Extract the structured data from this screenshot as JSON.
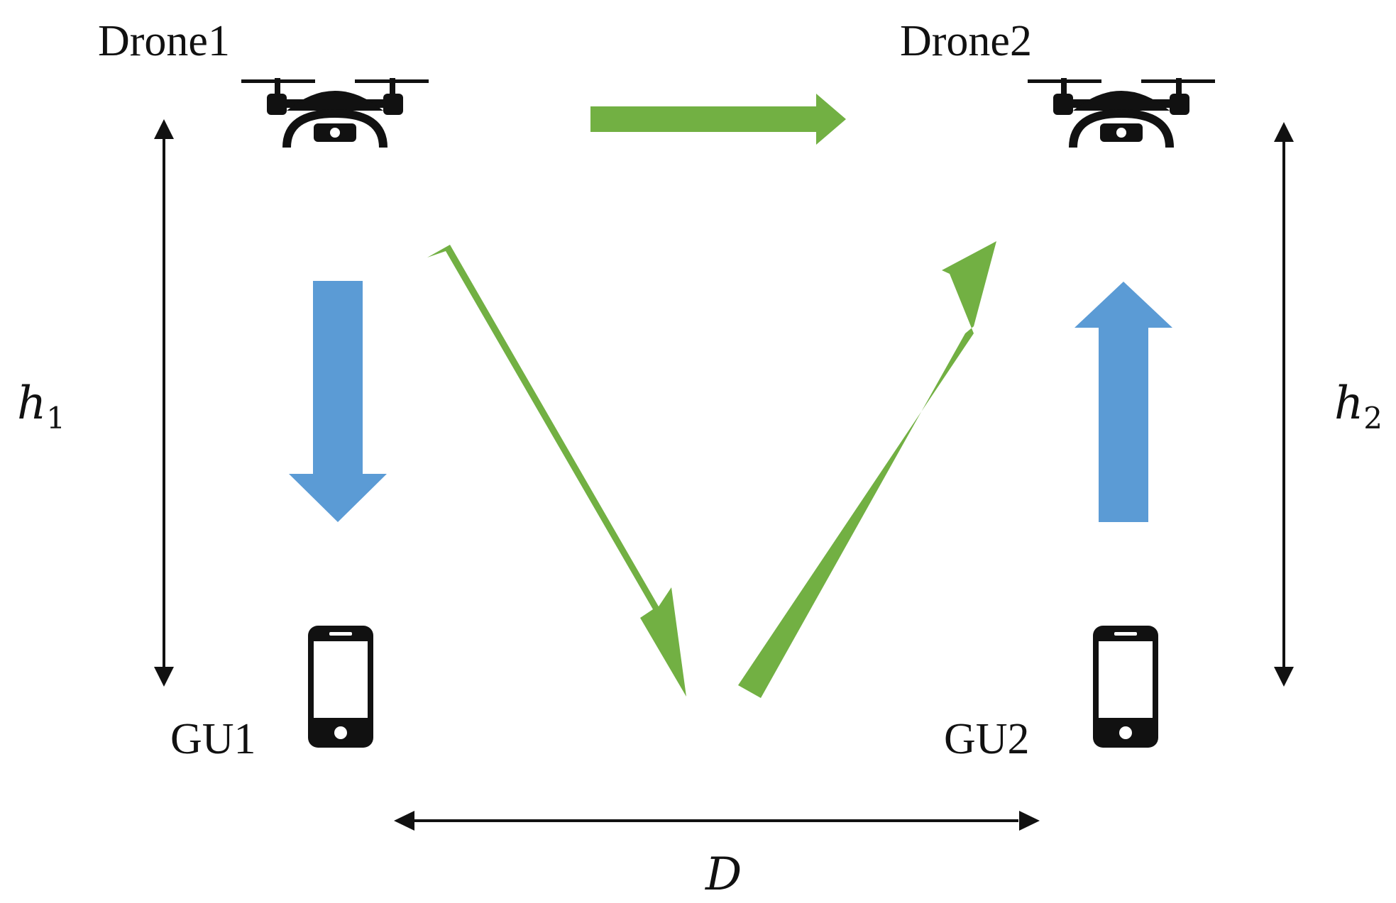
{
  "labels": {
    "drone1": "Drone1",
    "drone2": "Drone2",
    "gu1": "GU1",
    "gu2": "GU2",
    "h1": {
      "base": "h",
      "sub": "1"
    },
    "h2": {
      "base": "h",
      "sub": "2"
    },
    "distance": "D"
  },
  "icons": {
    "drone": "drone-icon",
    "phone": "smartphone-icon"
  },
  "colors": {
    "green_link": "#72b043",
    "blue_link": "#5b9bd5",
    "dimension": "#111111"
  }
}
